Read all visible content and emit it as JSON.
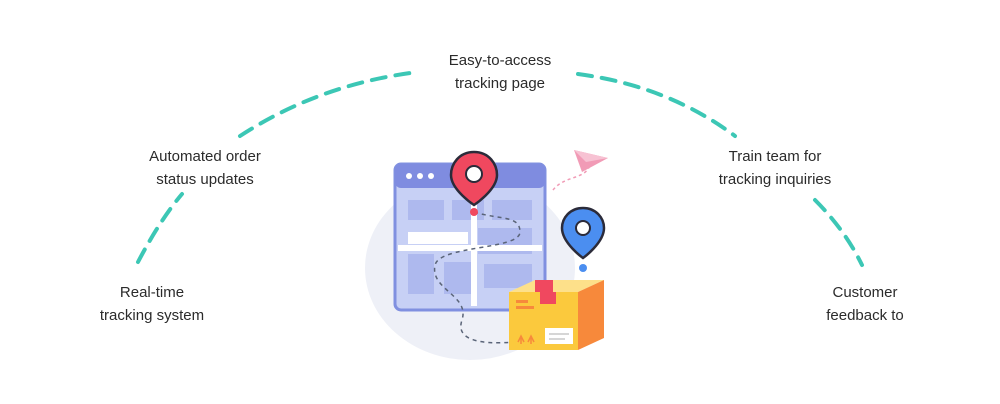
{
  "steps": [
    {
      "id": "realtime",
      "line1": "Real-time",
      "line2": "tracking system"
    },
    {
      "id": "automated",
      "line1": "Automated order",
      "line2": "status updates"
    },
    {
      "id": "easy",
      "line1": "Easy-to-access",
      "line2": "tracking page"
    },
    {
      "id": "train",
      "line1": "Train team for",
      "line2": "tracking inquiries"
    },
    {
      "id": "customer",
      "line1": "Customer",
      "line2": "feedback to"
    }
  ],
  "colors": {
    "arc": "#3cc7b5",
    "map_frame": "#8090e0",
    "map_fill": "#c7d0f5",
    "pin_red": "#f0485f",
    "pin_blue": "#4b8ef0",
    "box_yellow": "#fbc93d",
    "box_orange": "#f7893b",
    "plane": "#f19bb6"
  },
  "icons": [
    "map-window-icon",
    "red-location-pin-icon",
    "blue-location-pin-icon",
    "delivery-box-icon",
    "paper-plane-icon"
  ]
}
